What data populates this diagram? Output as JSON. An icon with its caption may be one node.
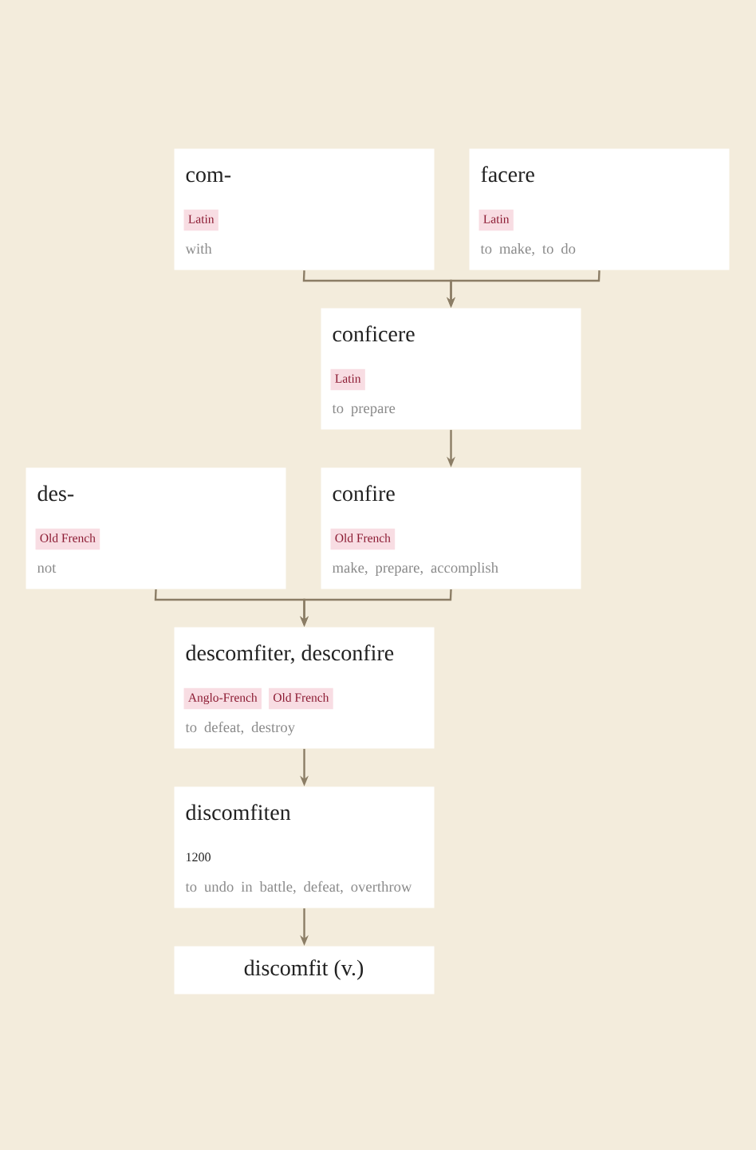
{
  "diagram": {
    "nodes": [
      {
        "text": [
          "com-",
          "with"
        ]
      },
      {
        "text": [
          "Latin"
        ],
        "in": 0
      },
      {
        "text": [
          "facere",
          "to make, to do"
        ]
      },
      {
        "text": [
          "Latin"
        ],
        "in": 2
      },
      {
        "text": [
          "conficere",
          "to prepare"
        ]
      },
      {
        "text": [
          "Latin"
        ],
        "in": 4
      },
      {
        "text": [
          "des-",
          "not"
        ]
      },
      {
        "text": [
          "Old French"
        ],
        "in": 6
      },
      {
        "text": [
          "confire",
          "make, prepare, accomplish"
        ]
      },
      {
        "text": [
          "Old French"
        ],
        "in": 8
      },
      {
        "text": [
          "descomfiter, desconfire",
          "to defeat, destroy"
        ]
      },
      {
        "text": [
          "Anglo-French"
        ],
        "in": 10
      },
      {
        "text": [
          "Old French"
        ],
        "in": 10
      },
      {
        "text": [
          "discomfiten",
          "1200",
          "to undo in battle, defeat, overthrow"
        ]
      },
      {
        "text": [
          "discomfit (v.)"
        ]
      }
    ],
    "edges": [
      {
        "from": 0,
        "to": 4,
        "arrow": "to"
      },
      {
        "from": 2,
        "to": 4,
        "arrow": "to"
      },
      {
        "from": 4,
        "to": 8,
        "arrow": "to"
      },
      {
        "from": 6,
        "to": 10,
        "arrow": "to"
      },
      {
        "from": 8,
        "to": 10,
        "arrow": "to"
      },
      {
        "from": 10,
        "to": 13,
        "arrow": "to"
      },
      {
        "from": 13,
        "to": 14,
        "arrow": "to"
      }
    ]
  }
}
